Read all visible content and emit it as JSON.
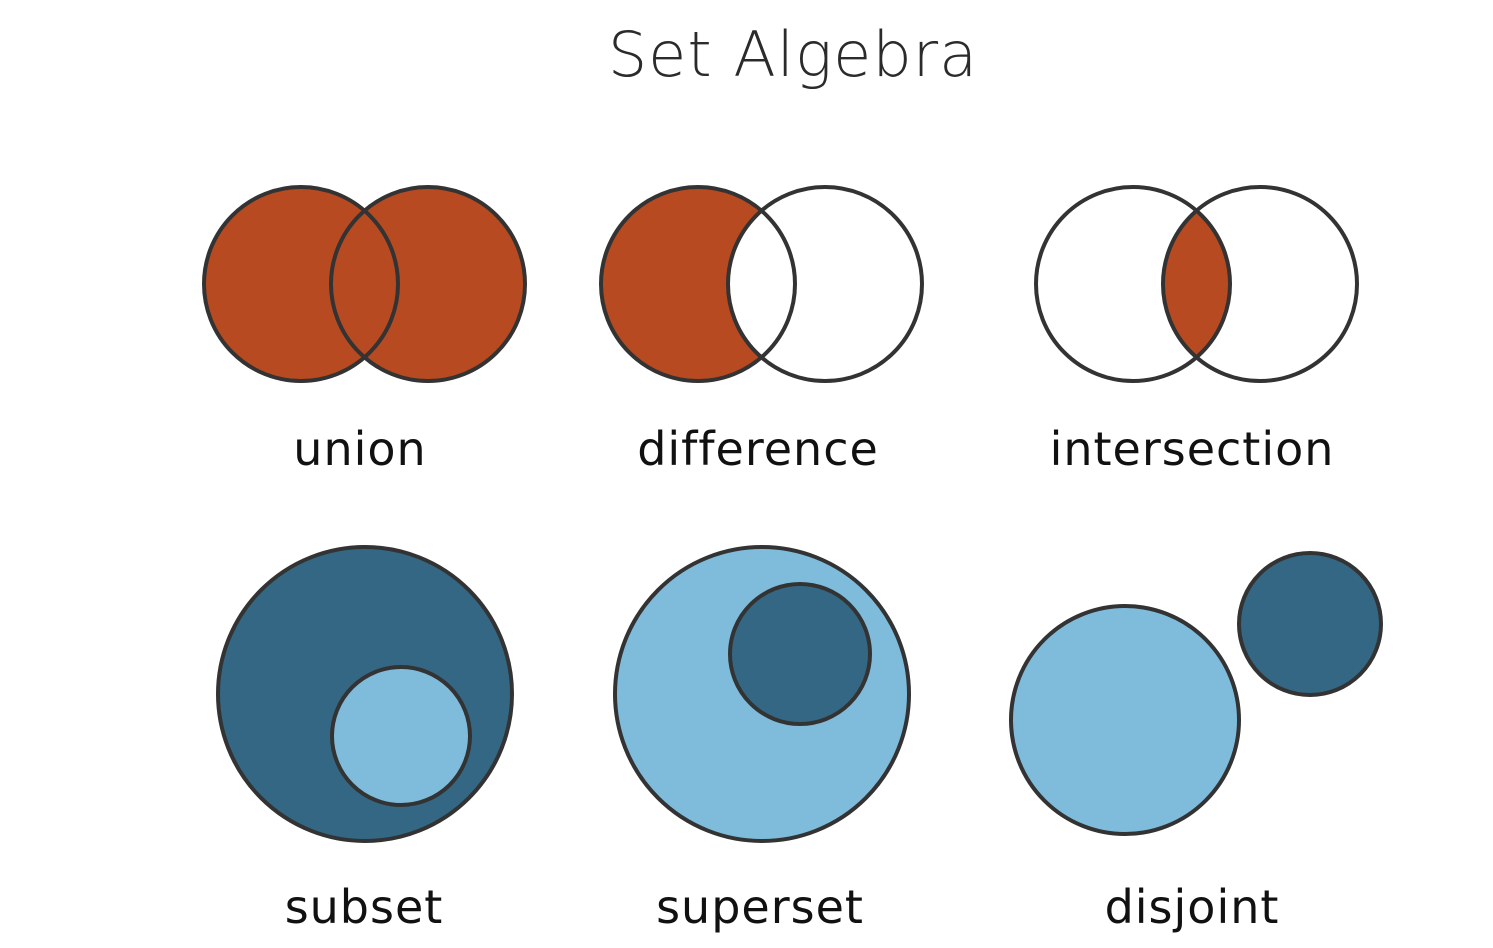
{
  "title": "Set Algebra",
  "colors": {
    "orange_fill": "#b84a22",
    "dark_blue_fill": "#346783",
    "light_blue_fill": "#7fbcdc",
    "outline": "#333333",
    "background": "#ffffff"
  },
  "panels": [
    {
      "id": "union",
      "label": "union"
    },
    {
      "id": "difference",
      "label": "difference"
    },
    {
      "id": "intersection",
      "label": "intersection"
    },
    {
      "id": "subset",
      "label": "subset"
    },
    {
      "id": "superset",
      "label": "superset"
    },
    {
      "id": "disjoint",
      "label": "disjoint"
    }
  ]
}
